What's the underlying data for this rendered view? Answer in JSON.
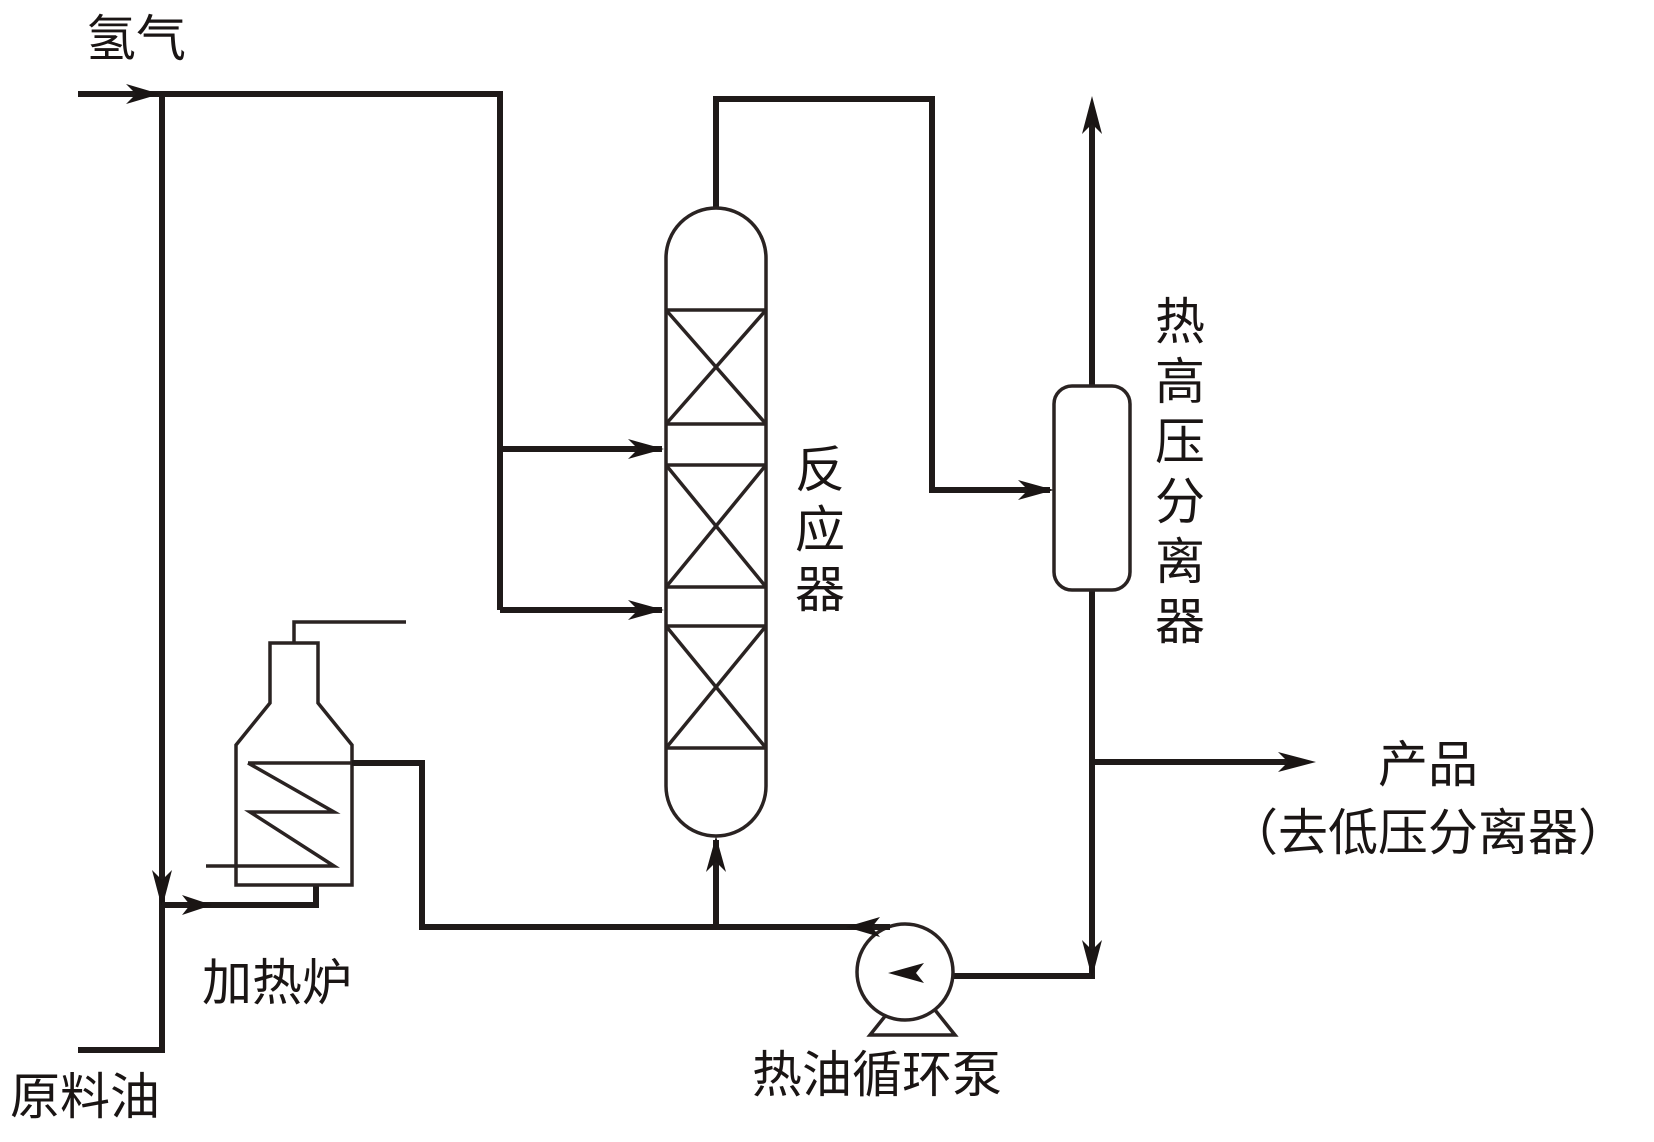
{
  "diagram": {
    "type": "process-flow",
    "title": "",
    "nodes": [
      {
        "id": "hydrogen",
        "label": "氢气",
        "kind": "input-stream"
      },
      {
        "id": "feed_oil",
        "label": "原料油",
        "kind": "input-stream"
      },
      {
        "id": "furnace",
        "label": "加热炉",
        "kind": "heater"
      },
      {
        "id": "reactor",
        "label": "反应器",
        "kind": "packed-bed-reactor",
        "beds": 3
      },
      {
        "id": "hot_hp_separator",
        "label": "热高压分离器",
        "kind": "separator"
      },
      {
        "id": "pump",
        "label": "热油循环泵",
        "kind": "centrifugal-pump"
      },
      {
        "id": "product",
        "label": "产品",
        "sublabel": "（去低压分离器）",
        "kind": "output-stream"
      }
    ],
    "edges": [
      {
        "from": "hydrogen",
        "to": "reactor",
        "note": "quench hydrogen to inter-bed zone 1"
      },
      {
        "from": "hydrogen",
        "to": "reactor",
        "note": "quench hydrogen to inter-bed zone 2"
      },
      {
        "from": "hydrogen",
        "to": "furnace",
        "note": "mixed with feed oil"
      },
      {
        "from": "feed_oil",
        "to": "furnace"
      },
      {
        "from": "furnace",
        "to": "reactor",
        "note": "to reactor bottom"
      },
      {
        "from": "reactor",
        "to": "hot_hp_separator",
        "note": "reactor top outlet"
      },
      {
        "from": "hot_hp_separator",
        "to": "vapor-outlet",
        "note": "top vapor outlet"
      },
      {
        "from": "hot_hp_separator",
        "to": "product"
      },
      {
        "from": "hot_hp_separator",
        "to": "pump"
      },
      {
        "from": "pump",
        "to": "reactor",
        "note": "hot oil recycle"
      }
    ]
  },
  "labels": {
    "hydrogen": "氢气",
    "feed_oil": "原料油",
    "furnace": "加热炉",
    "reactor": "反应器",
    "separator": "热高压分离器",
    "pump": "热油循环泵",
    "product": "产品",
    "product_destination": "（去低压分离器）"
  }
}
